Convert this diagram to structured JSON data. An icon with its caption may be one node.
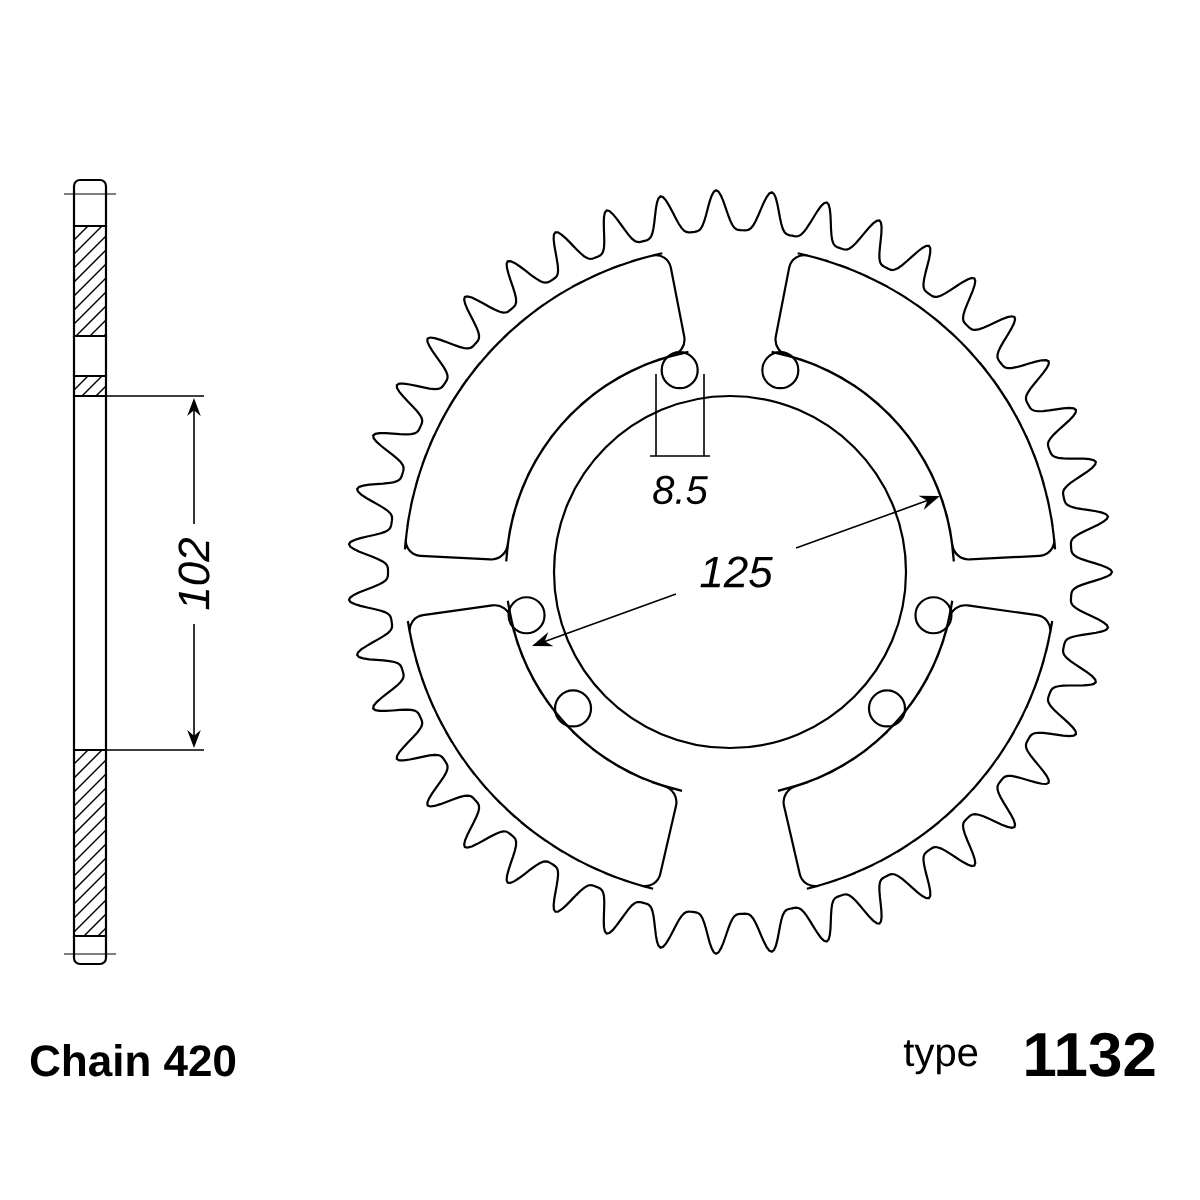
{
  "diagram": {
    "labels": [
      "8.5",
      "102",
      "125",
      "Chain 420",
      "type",
      "1132"
    ]
  }
}
